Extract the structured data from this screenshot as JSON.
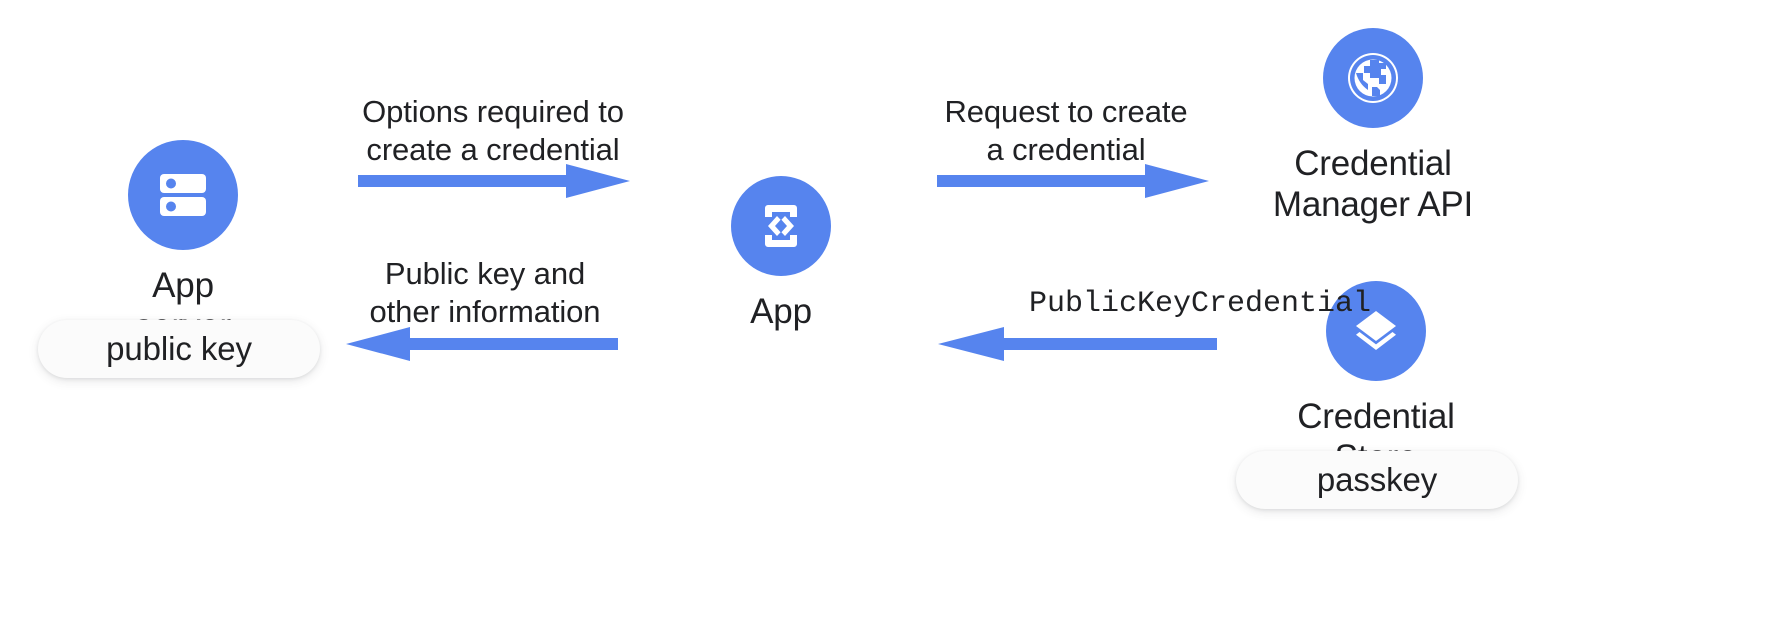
{
  "theme": {
    "background": "#ffffff",
    "accent_blue": "#5684ee",
    "text_color": "#202124",
    "chip_background": "#fbfbfb"
  },
  "nodes": [
    {
      "id": "app-server",
      "label": "App server",
      "icon": "server-icon",
      "chip": "public key"
    },
    {
      "id": "app",
      "label": "App",
      "icon": "app-code-phone-icon",
      "chip": null
    },
    {
      "id": "credential-manager-api",
      "label": "Credential\nManager API",
      "icon": "globe-icon",
      "chip": null
    },
    {
      "id": "credential-store",
      "label": "Credential Store",
      "icon": "layers-stack-icon",
      "chip": "passkey"
    }
  ],
  "arrows": [
    {
      "id": "options-required",
      "label": "Options required to\ncreate a credential",
      "direction": "right",
      "mono": false
    },
    {
      "id": "request-to-create",
      "label": "Request to create\na credential",
      "direction": "right",
      "mono": false
    },
    {
      "id": "public-key-response",
      "label": "Public key and\nother information",
      "direction": "left",
      "mono": false
    },
    {
      "id": "public-key-credential",
      "label": "PublicKeyCredential",
      "direction": "left",
      "mono": true
    }
  ]
}
